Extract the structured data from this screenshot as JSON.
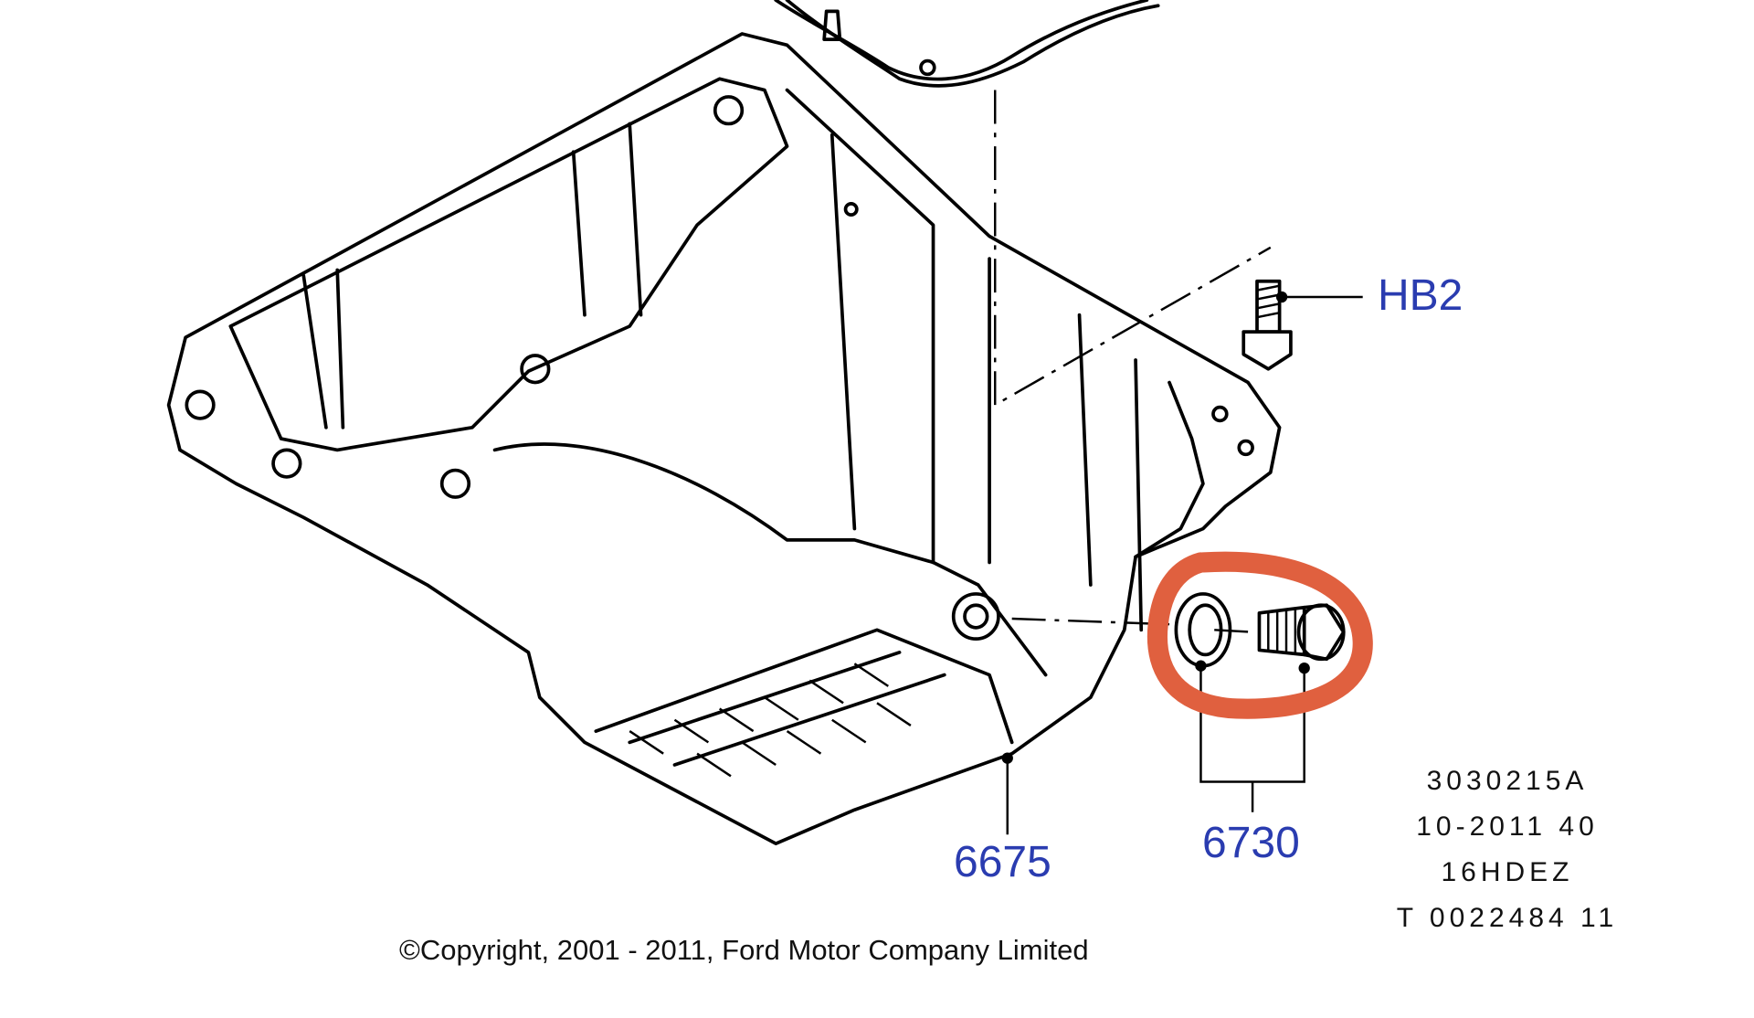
{
  "callouts": {
    "bolt": "HB2",
    "oil_pan": "6675",
    "drain_plug_and_washer": "6730"
  },
  "reference_code": [
    "3030215A",
    "10-2011 40",
    "16HDEZ",
    "T 0022484 11"
  ],
  "copyright": "©Copyright, 2001 - 2011, Ford Motor Company Limited",
  "colors": {
    "callout": "#2a3cb0",
    "highlight": "#e0603f",
    "line": "#000000"
  }
}
